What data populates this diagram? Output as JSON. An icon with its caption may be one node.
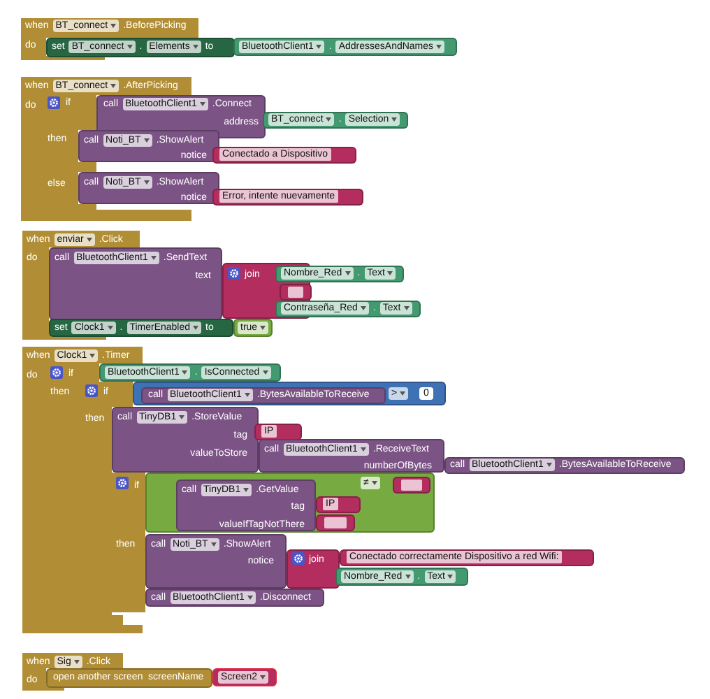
{
  "diagram": {
    "nodes": [
      {
        "text": [
          "when",
          "BT_connect",
          ".BeforePicking",
          "do"
        ]
      },
      {
        "text": [
          "set",
          "BT_connect",
          ".",
          "Elements",
          "to"
        ]
      },
      {
        "text": [
          "BluetoothClient1",
          ".",
          "AddressesAndNames"
        ]
      },
      {
        "text": [
          "when",
          "BT_connect",
          ".AfterPicking",
          "do"
        ]
      },
      {
        "text": [
          "if",
          "then",
          "else"
        ],
        "in": 3
      },
      {
        "text": [
          "call",
          "BluetoothClient1",
          ".Connect",
          "address"
        ]
      },
      {
        "text": [
          "BT_connect",
          ".",
          "Selection"
        ]
      },
      {
        "text": [
          "call",
          "Noti_BT",
          ".ShowAlert",
          "notice"
        ]
      },
      {
        "text": [
          "Conectado a Dispositivo"
        ]
      },
      {
        "text": [
          "call",
          "Noti_BT",
          ".ShowAlert",
          "notice"
        ]
      },
      {
        "text": [
          "Error, intente nuevamente"
        ]
      },
      {
        "text": [
          "when",
          "enviar",
          ".Click",
          "do"
        ]
      },
      {
        "text": [
          "call",
          "BluetoothClient1",
          ".SendText",
          "text"
        ]
      },
      {
        "text": [
          "join"
        ]
      },
      {
        "text": [
          "Nombre_Red",
          ".",
          "Text"
        ]
      },
      {
        "text": [],
        "shape": "box",
        "in": 13
      },
      {
        "text": [
          "Contraseña_Red",
          ".",
          "Text"
        ]
      },
      {
        "text": [
          "set",
          "Clock1",
          ".",
          "TimerEnabled",
          "to"
        ]
      },
      {
        "text": [
          "true"
        ]
      },
      {
        "text": [
          "when",
          "Clock1",
          ".Timer",
          "do"
        ]
      },
      {
        "text": [
          "if",
          "then"
        ],
        "in": 19
      },
      {
        "text": [
          "BluetoothClient1",
          ".",
          "IsConnected"
        ]
      },
      {
        "text": [
          "if",
          "then"
        ],
        "in": 19
      },
      {
        "text": [
          ">",
          "0"
        ]
      },
      {
        "text": [
          "call",
          "BluetoothClient1",
          ".BytesAvailableToReceive"
        ],
        "in": 23
      },
      {
        "text": [
          "call",
          "TinyDB1",
          ".StoreValue",
          "tag",
          "valueToStore"
        ]
      },
      {
        "text": [
          "IP"
        ]
      },
      {
        "text": [
          "call",
          "BluetoothClient1",
          ".ReceiveText",
          "numberOfBytes"
        ]
      },
      {
        "text": [
          "call",
          "BluetoothClient1",
          ".BytesAvailableToReceive"
        ]
      },
      {
        "text": [
          "if",
          "then"
        ],
        "in": 19
      },
      {
        "text": [
          "≠"
        ]
      },
      {
        "text": [
          "call",
          "TinyDB1",
          ".GetValue",
          "tag",
          "valueIfTagNotThere"
        ],
        "in": 30
      },
      {
        "text": [],
        "shape": "box",
        "in": 30
      },
      {
        "text": [
          "IP"
        ],
        "in": 30
      },
      {
        "text": [],
        "shape": "box",
        "in": 30
      },
      {
        "text": [
          "call",
          "Noti_BT",
          ".ShowAlert",
          "notice"
        ]
      },
      {
        "text": [
          "join"
        ]
      },
      {
        "text": [
          "Conectado correctamente Dispositivo a red Wifi:"
        ]
      },
      {
        "text": [
          "Nombre_Red",
          ".",
          "Text"
        ]
      },
      {
        "text": [
          "call",
          "BluetoothClient1",
          ".Disconnect"
        ]
      },
      {
        "text": [
          "when",
          "Sig",
          ".Click",
          "do"
        ]
      },
      {
        "text": [
          "open another screen",
          "screenName"
        ]
      },
      {
        "text": [
          "Screen2"
        ]
      }
    ]
  }
}
